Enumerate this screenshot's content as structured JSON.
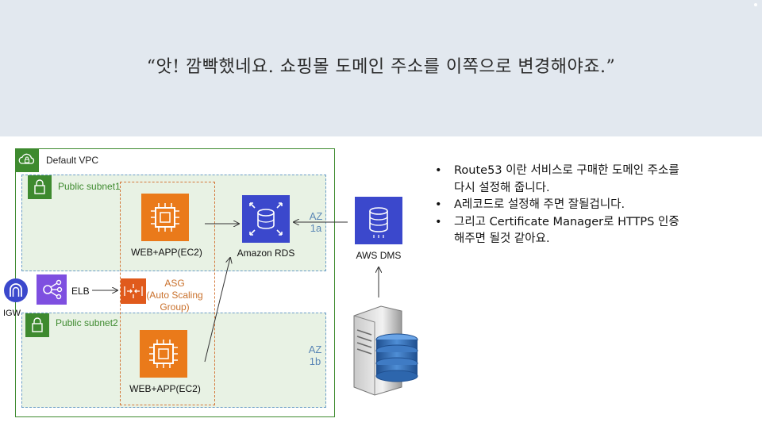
{
  "header": {
    "quote": "“앗! 깜빡했네요. 쇼핑몰 도메인 주소를 이쪽으로 변경해야죠.”"
  },
  "diagram": {
    "vpc_label": "Default VPC",
    "subnet1_label": "Public subnet1",
    "subnet2_label": "Public subnet2",
    "ec2_top_label": "WEB+APP(EC2)",
    "ec2_bottom_label": "WEB+APP(EC2)",
    "rds_label": "Amazon RDS",
    "dms_label": "AWS DMS",
    "az1_line1": "AZ",
    "az1_line2": "1a",
    "az2_line1": "AZ",
    "az2_line2": "1b",
    "igw_label": "IGW",
    "elb_label": "ELB",
    "asg_line1": "ASG",
    "asg_line2": "(Auto Scaling",
    "asg_line3": "Group)",
    "colors": {
      "vpc_green": "#3e8a2f",
      "ec2_orange": "#ea7a1a",
      "rds_blue": "#3b48cc",
      "elb_purple": "#7e4fe0",
      "asg_orange": "#e05a1c",
      "subnet_fill": "#e8f2e4"
    },
    "icons": [
      "cloud-lock-icon",
      "lock-icon",
      "ec2-chip-icon",
      "rds-database-icon",
      "dms-database-icon",
      "igw-icon",
      "elb-icon",
      "asg-icon",
      "server-database-icon"
    ]
  },
  "notes": {
    "bullets": [
      {
        "line1": "Route53 이란 서비스로 구매한 도메인 주소를",
        "line2": "다시 설정해 줍니다."
      },
      {
        "line1": "A레코드로 설정해 주면 잘될겁니다.",
        "line2": ""
      },
      {
        "line1": "그리고 Certificate Manager로 HTTPS 인증",
        "line2": "해주면 될것 같아요."
      }
    ]
  }
}
